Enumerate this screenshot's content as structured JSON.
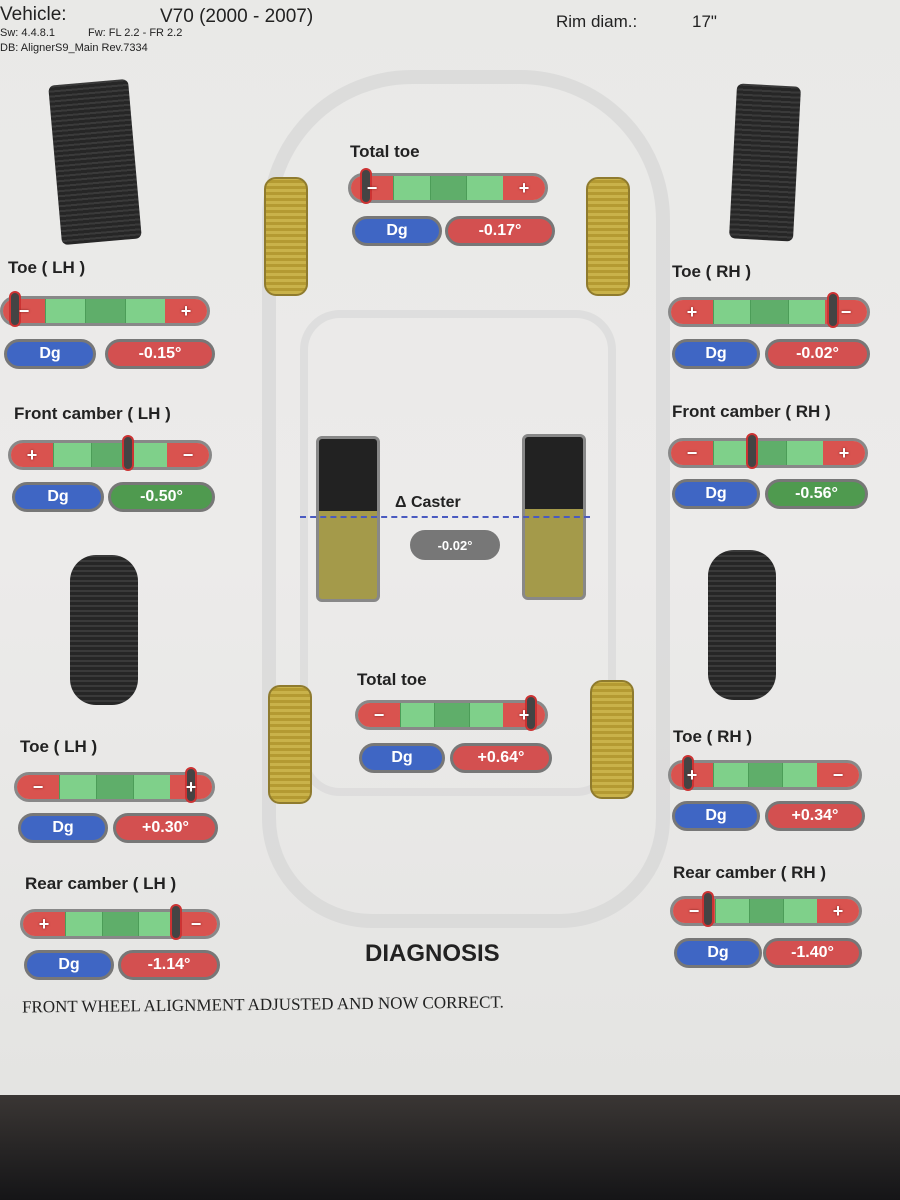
{
  "header": {
    "vehicle_label": "Vehicle:",
    "vehicle_value": "V70 (2000 - 2007)",
    "sw": "Sw: 4.4.8.1",
    "fw": "Fw: FL 2.2 - FR 2.2",
    "db": "DB: AlignerS9_Main Rev.7334",
    "rim_label": "Rim diam.:",
    "rim_value": "17\""
  },
  "unit_label": "Dg",
  "colors": {
    "out_of_range": "#d35050",
    "in_range": "#4f9a4f",
    "unit": "#3f66c4",
    "neutral": "#777777"
  },
  "gauges": [
    {
      "id": "front-total-toe",
      "label": "Total toe",
      "left": "−",
      "right": "+",
      "marker": 0.05,
      "value": "-0.17°",
      "status": "red"
    },
    {
      "id": "front-toe-lh",
      "label": "Toe ( LH )",
      "left": "−",
      "right": "+",
      "marker": 0.03,
      "value": "-0.15°",
      "status": "red"
    },
    {
      "id": "front-toe-rh",
      "label": "Toe ( RH )",
      "left": "+",
      "right": "−",
      "marker": 0.82,
      "value": "-0.02°",
      "status": "red"
    },
    {
      "id": "front-camber-lh",
      "label": "Front camber ( LH )",
      "left": "+",
      "right": "−",
      "marker": 0.58,
      "value": "-0.50°",
      "status": "green"
    },
    {
      "id": "front-camber-rh",
      "label": "Front camber ( RH )",
      "left": "−",
      "right": "+",
      "marker": 0.4,
      "value": "-0.56°",
      "status": "green"
    },
    {
      "id": "rear-total-toe",
      "label": "Total toe",
      "left": "−",
      "right": "+",
      "marker": 0.92,
      "value": "+0.64°",
      "status": "red"
    },
    {
      "id": "rear-toe-lh",
      "label": "Toe ( LH )",
      "left": "−",
      "right": "+",
      "marker": 0.89,
      "value": "+0.30°",
      "status": "red"
    },
    {
      "id": "rear-toe-rh",
      "label": "Toe ( RH )",
      "left": "+",
      "right": "−",
      "marker": 0.06,
      "value": "+0.34°",
      "status": "red"
    },
    {
      "id": "rear-camber-lh",
      "label": "Rear camber ( LH )",
      "left": "+",
      "right": "−",
      "marker": 0.78,
      "value": "-1.14°",
      "status": "red"
    },
    {
      "id": "rear-camber-rh",
      "label": "Rear camber ( RH )",
      "left": "−",
      "right": "+",
      "marker": 0.16,
      "value": "-1.40°",
      "status": "red"
    }
  ],
  "caster": {
    "label": "Δ Caster",
    "value": "-0.02°"
  },
  "diagnosis": {
    "title": "DIAGNOSIS",
    "note": "FRONT WHEEL ALIGNMENT ADJUSTED AND NOW CORRECT."
  }
}
